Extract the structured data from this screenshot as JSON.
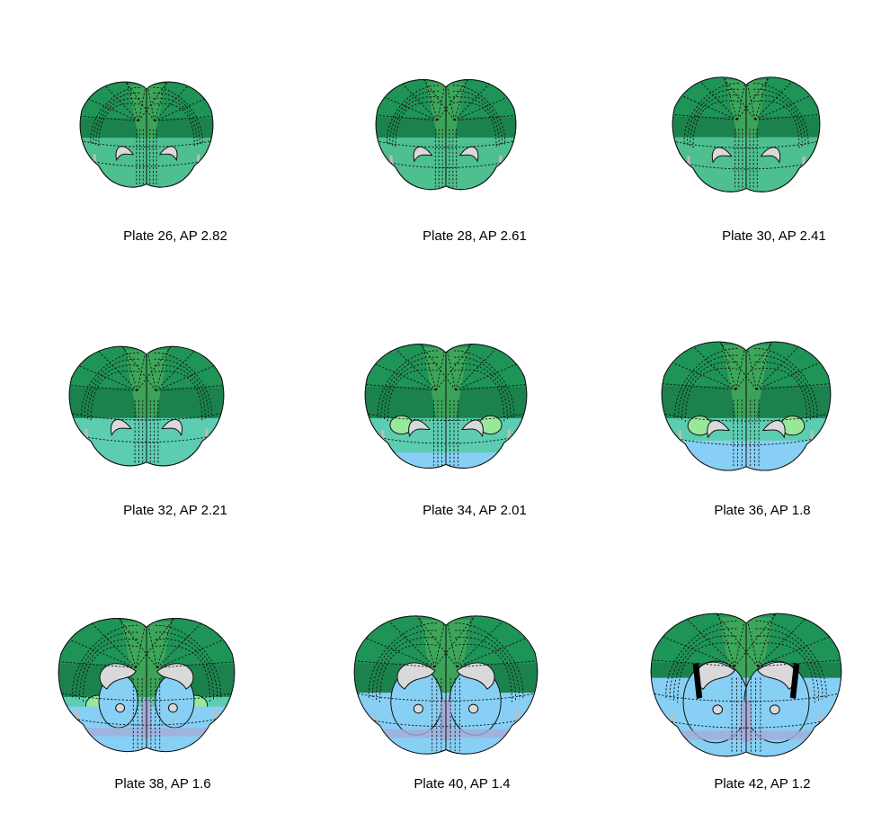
{
  "colors": {
    "cortex_dark": "#1a7a4a",
    "cortex": "#1f9457",
    "cortex_light": "#42a95a",
    "striatum_green": "#4ec08f",
    "teal": "#5ccdb1",
    "pale_green": "#98e89a",
    "light_blue": "#87cff5",
    "blue": "#73bef0",
    "lavender": "#a4acd8",
    "ventricle": "#d9d9d9",
    "tract": "#000000"
  },
  "plates": [
    {
      "label": "Plate 26, AP 2.82",
      "stage": 0
    },
    {
      "label": "Plate 28, AP 2.61",
      "stage": 1
    },
    {
      "label": "Plate 30, AP 2.41",
      "stage": 2
    },
    {
      "label": "Plate 32, AP 2.21",
      "stage": 3
    },
    {
      "label": "Plate 34, AP 2.01",
      "stage": 4
    },
    {
      "label": "Plate 36, AP 1.8",
      "stage": 5
    },
    {
      "label": "Plate 38, AP 1.6",
      "stage": 6
    },
    {
      "label": "Plate 40, AP 1.4",
      "stage": 7
    },
    {
      "label": "Plate 42, AP 1.2",
      "stage": 8
    }
  ]
}
